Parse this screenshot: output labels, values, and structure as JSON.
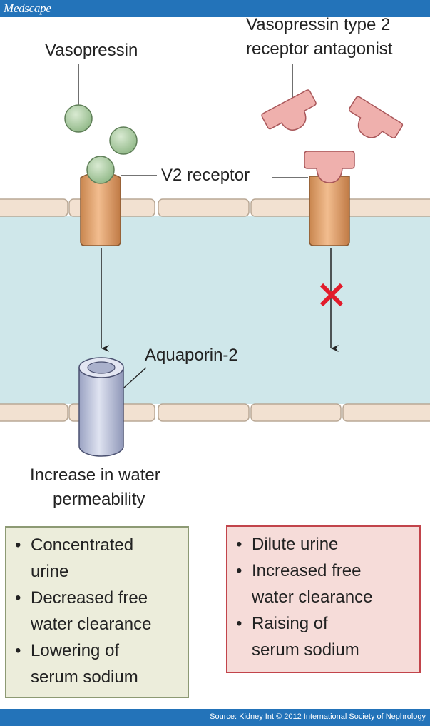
{
  "brand": {
    "name": "Medscape"
  },
  "footer": {
    "source": "Source: Kidney Int © 2012 International Society of Nephrology"
  },
  "labels": {
    "vasopressin": "Vasopressin",
    "antagonist_line1": "Vasopressin type 2",
    "antagonist_line2": "receptor antagonist",
    "v2_receptor": "V2 receptor",
    "aquaporin": "Aquaporin-2",
    "permeability_line1": "Increase in water",
    "permeability_line2": "permeability"
  },
  "effects_left": {
    "items": [
      {
        "line1": "Concentrated",
        "line2": "urine"
      },
      {
        "line1": "Decreased free",
        "line2": "water clearance"
      },
      {
        "line1": "Lowering of",
        "line2": "serum sodium"
      }
    ]
  },
  "effects_right": {
    "items": [
      {
        "line1": "Dilute urine",
        "line2": ""
      },
      {
        "line1": "Increased free",
        "line2": "water clearance"
      },
      {
        "line1": "Raising of",
        "line2": "serum sodium"
      }
    ]
  },
  "colors": {
    "header_bar": "#2373b9",
    "cell_interior": "#cfe7ea",
    "membrane": "#f2e1d1",
    "receptor": "#e5a877",
    "vasopressin": "#a9c9a0",
    "antagonist": "#efb0ad",
    "aquaporin": "#c4cbe1",
    "block_mark": "#e21b2b",
    "left_box_fill": "#eceddb",
    "left_box_border": "#8d9a74",
    "right_box_fill": "#f6dcd9",
    "right_box_border": "#c2444b"
  }
}
